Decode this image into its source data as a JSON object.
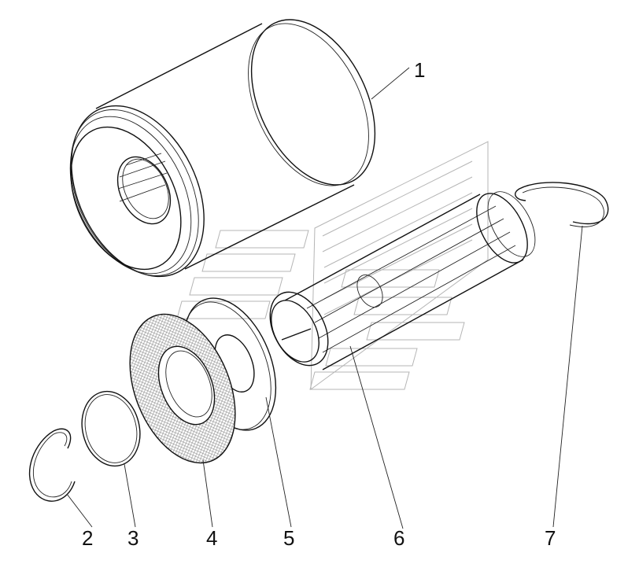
{
  "parts": [
    {
      "id": "1",
      "label": "1"
    },
    {
      "id": "2",
      "label": "2"
    },
    {
      "id": "3",
      "label": "3"
    },
    {
      "id": "4",
      "label": "4"
    },
    {
      "id": "5",
      "label": "5"
    },
    {
      "id": "6",
      "label": "6"
    },
    {
      "id": "7",
      "label": "7"
    }
  ]
}
